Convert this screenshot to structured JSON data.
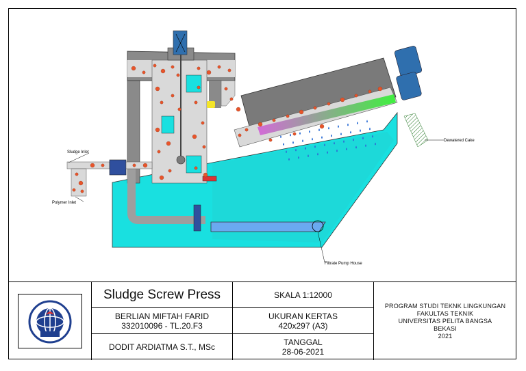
{
  "labels": {
    "sludge_inlet": "Sludge Inlet",
    "polymer_inlet": "Polymer Inlet",
    "dewatered_cake": "Dewatered Cake",
    "filtrate_pump_house": "Filtrate Pump House"
  },
  "title_block": {
    "title": "Sludge Screw Press",
    "author_name": "BERLIAN MIFTAH FARID",
    "author_id": "332010096 - TL.20.F3",
    "supervisor": "DODIT ARDIATMA S.T., MSc",
    "scale": "SKALA 1:12000",
    "paper_label": "UKURAN KERTAS",
    "paper_size": "420x297 (A3)",
    "date_label": "TANGGAL",
    "date_value": "28-06-2021",
    "institution": [
      "PROGRAM STUDI TEKNK LINGKUNGAN",
      "FAKULTAS TEKNIK",
      "UNIVERSITAS PELITA BANGSA",
      "BEKASI",
      "2021"
    ]
  },
  "colors": {
    "tank_fill": "#19e0e0",
    "sludge_fill": "#d9d9d9",
    "particle": "#e8542a",
    "motor": "#2f6fae",
    "screw_gradient_start": "#d36ad8",
    "screw_gradient_end": "#3ef03e",
    "pipe": "#9e9e9e",
    "frame_dark": "#8a8a8a",
    "droplet": "#2e6fd6"
  },
  "icons": {
    "logo": "university-globe-logo"
  }
}
